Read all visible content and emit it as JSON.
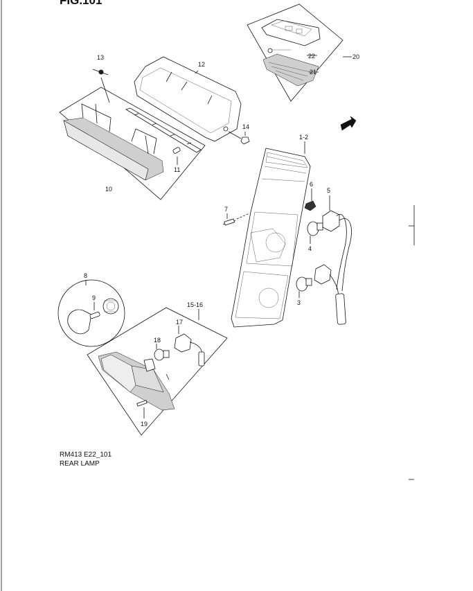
{
  "header": {
    "figure_title": "FIG.101"
  },
  "caption": {
    "code": "RM413 E22_101",
    "title": "REAR LAMP"
  },
  "callouts": {
    "c1_2": "1-2",
    "c3": "3",
    "c4": "4",
    "c5": "5",
    "c6": "6",
    "c7": "7",
    "c8": "8",
    "c9": "9",
    "c10": "10",
    "c11": "11",
    "c12": "12",
    "c13": "13",
    "c14": "14",
    "c15_16": "15-16",
    "c17": "17",
    "c18": "18",
    "c19": "19",
    "c20": "20",
    "c21": "21",
    "c22": "22"
  },
  "icons": {
    "front_arrow": "fwd-arrow-icon"
  }
}
